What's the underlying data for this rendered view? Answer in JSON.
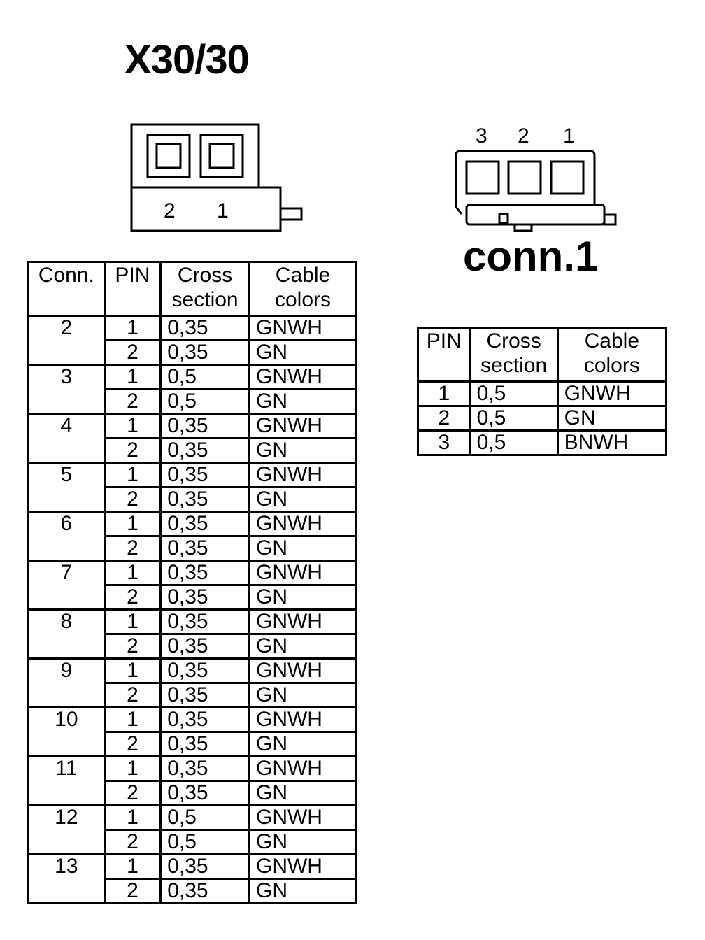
{
  "x30": {
    "title": "X30/30",
    "pin_labels": [
      "2",
      "1"
    ]
  },
  "conn1": {
    "title": "conn.1",
    "pin_labels": [
      "3",
      "2",
      "1"
    ]
  },
  "main_table": {
    "headers": {
      "conn": "Conn.",
      "pin": "PIN",
      "cross_line1": "Cross",
      "cross_line2": "section",
      "cable_line1": "Cable",
      "cable_line2": "colors"
    },
    "rows": [
      {
        "conn": "2",
        "pins": [
          {
            "pin": "1",
            "cross": "0,35",
            "color": "GNWH"
          },
          {
            "pin": "2",
            "cross": "0,35",
            "color": "GN"
          }
        ]
      },
      {
        "conn": "3",
        "pins": [
          {
            "pin": "1",
            "cross": "0,5",
            "color": "GNWH"
          },
          {
            "pin": "2",
            "cross": "0,5",
            "color": "GN"
          }
        ]
      },
      {
        "conn": "4",
        "pins": [
          {
            "pin": "1",
            "cross": "0,35",
            "color": "GNWH"
          },
          {
            "pin": "2",
            "cross": "0,35",
            "color": "GN"
          }
        ]
      },
      {
        "conn": "5",
        "pins": [
          {
            "pin": "1",
            "cross": "0,35",
            "color": "GNWH"
          },
          {
            "pin": "2",
            "cross": "0,35",
            "color": "GN"
          }
        ]
      },
      {
        "conn": "6",
        "pins": [
          {
            "pin": "1",
            "cross": "0,35",
            "color": "GNWH"
          },
          {
            "pin": "2",
            "cross": "0,35",
            "color": "GN"
          }
        ]
      },
      {
        "conn": "7",
        "pins": [
          {
            "pin": "1",
            "cross": "0,35",
            "color": "GNWH"
          },
          {
            "pin": "2",
            "cross": "0,35",
            "color": "GN"
          }
        ]
      },
      {
        "conn": "8",
        "pins": [
          {
            "pin": "1",
            "cross": "0,35",
            "color": "GNWH"
          },
          {
            "pin": "2",
            "cross": "0,35",
            "color": "GN"
          }
        ]
      },
      {
        "conn": "9",
        "pins": [
          {
            "pin": "1",
            "cross": "0,35",
            "color": "GNWH"
          },
          {
            "pin": "2",
            "cross": "0,35",
            "color": "GN"
          }
        ]
      },
      {
        "conn": "10",
        "pins": [
          {
            "pin": "1",
            "cross": "0,35",
            "color": "GNWH"
          },
          {
            "pin": "2",
            "cross": "0,35",
            "color": "GN"
          }
        ]
      },
      {
        "conn": "11",
        "pins": [
          {
            "pin": "1",
            "cross": "0,35",
            "color": "GNWH"
          },
          {
            "pin": "2",
            "cross": "0,35",
            "color": "GN"
          }
        ]
      },
      {
        "conn": "12",
        "pins": [
          {
            "pin": "1",
            "cross": "0,5",
            "color": "GNWH"
          },
          {
            "pin": "2",
            "cross": "0,5",
            "color": "GN"
          }
        ]
      },
      {
        "conn": "13",
        "pins": [
          {
            "pin": "1",
            "cross": "0,35",
            "color": "GNWH"
          },
          {
            "pin": "2",
            "cross": "0,35",
            "color": "GN"
          }
        ]
      }
    ]
  },
  "conn1_table": {
    "headers": {
      "pin": "PIN",
      "cross_line1": "Cross",
      "cross_line2": "section",
      "cable_line1": "Cable",
      "cable_line2": "colors"
    },
    "rows": [
      {
        "pin": "1",
        "cross": "0,5",
        "color": "GNWH"
      },
      {
        "pin": "2",
        "cross": "0,5",
        "color": "GN"
      },
      {
        "pin": "3",
        "cross": "0,5",
        "color": "BNWH"
      }
    ]
  }
}
